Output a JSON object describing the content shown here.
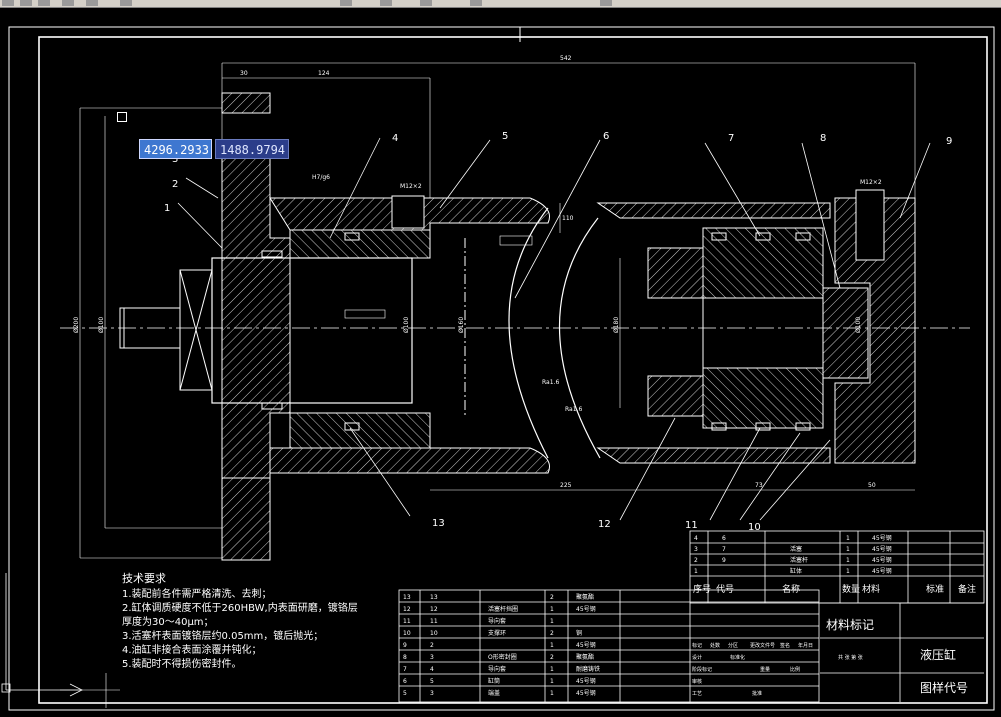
{
  "coord_input": {
    "x": "4296.2933",
    "y": "1488.9794"
  },
  "balloons": [
    "1",
    "2",
    "3",
    "4",
    "5",
    "6",
    "7",
    "8",
    "9",
    "10",
    "11",
    "12",
    "13"
  ],
  "dimensions": {
    "overall": "542",
    "d30": "30",
    "d124": "124",
    "d225": "225",
    "d73": "73",
    "d50": "50",
    "thread1": "M12×2",
    "thread2": "M12×2",
    "fit": "H7/g6",
    "side": "110",
    "ra1": "Ra1.6",
    "ra2": "Ra1.6",
    "v1": "Ø200",
    "v2": "Ø100",
    "v3": "Ø100",
    "v4": "Ø160",
    "v5": "Ø180",
    "v6": "Ø100"
  },
  "tech_requirements": {
    "title": "技术要求",
    "items": [
      "1.装配前各件需严格清洗、去刺；",
      "2.缸体调质硬度不低于260HBW,内表面研磨，镀铬层",
      "厚度为30～40μm；",
      "3.活塞杆表面镀铬层约0.05mm，镀后抛光；",
      "4.油缸非接合表面涂覆并钝化；",
      "5.装配时不得损伤密封件。"
    ]
  },
  "bom_top": {
    "rows": [
      [
        "4",
        "6",
        "",
        "1",
        "45号钢"
      ],
      [
        "3",
        "7",
        "活塞",
        "1",
        "45号钢"
      ],
      [
        "2",
        "9",
        "活塞杆",
        "1",
        "45号钢"
      ],
      [
        "1",
        "",
        "缸体",
        "1",
        "45号钢"
      ]
    ],
    "header": [
      "序号",
      "代号",
      "名称",
      "数量",
      "材料",
      "",
      "标准",
      "备注"
    ]
  },
  "bom_main": {
    "rows": [
      [
        "13",
        "13",
        "",
        "2",
        "聚氨酯"
      ],
      [
        "12",
        "12",
        "活塞杆挡圈",
        "1",
        "45号钢"
      ],
      [
        "11",
        "11",
        "导向套",
        "1",
        ""
      ],
      [
        "10",
        "10",
        "支撑环",
        "2",
        "铜"
      ],
      [
        "9",
        "2",
        "",
        "1",
        "45号钢"
      ],
      [
        "8",
        "3",
        "O形密封圈",
        "2",
        "聚氨酯"
      ],
      [
        "7",
        "4",
        "导向套",
        "1",
        "耐磨铸铁"
      ],
      [
        "6",
        "5",
        "缸筒",
        "1",
        "45号钢"
      ],
      [
        "5",
        "3",
        "端盖",
        "1",
        "45号钢"
      ]
    ]
  },
  "title_block": {
    "material_mark": "材料标记",
    "part_name": "液压缸",
    "drawing_no": "图样代号",
    "labels": [
      "标记",
      "处数",
      "分区",
      "更改文件号",
      "签名",
      "年月日",
      "设计",
      "标准化",
      "阶段标记",
      "重量",
      "比例",
      "审核",
      "工艺",
      "批准",
      "共 张 第 张"
    ]
  }
}
